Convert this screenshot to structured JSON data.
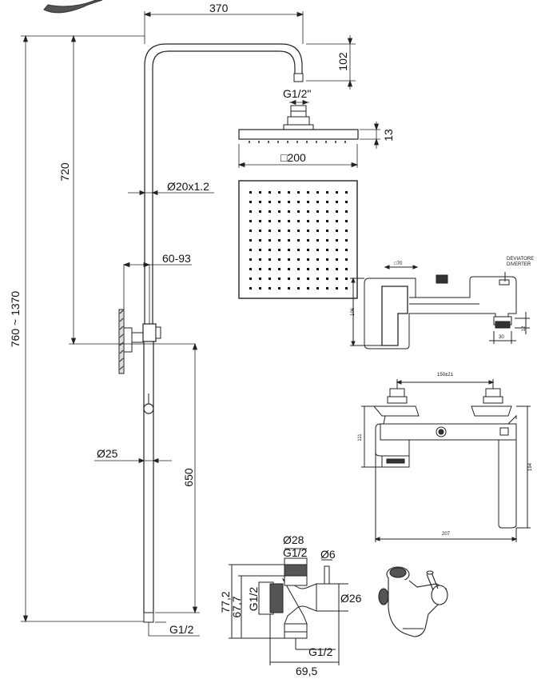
{
  "labels": {
    "width_370": "370",
    "height_102": "102",
    "thread_g12_quote": "G1/2\"",
    "head_thickness_13": "13",
    "head_size": "□200",
    "rail_height_720": "720",
    "pipe_dia": "Ø20x1.2",
    "wall_dist": "60-93",
    "total_height": "760 ~ 1370",
    "lower_dia": "Ø25",
    "lower_height_650": "650",
    "bottom_thread": "G1/2",
    "mixer_top_dim": "□70",
    "diverter_label_1": "DEVIATORE",
    "diverter_label_2": "DIVERTER",
    "mixer_side_h": "106",
    "mixer_side_12": "12",
    "mixer_side_30": "30",
    "mixer_center": "150±21",
    "mixer_front_h": "111",
    "mixer_front_194": "194",
    "mixer_front_207": "207",
    "div_dia_28": "Ø28",
    "div_top_thread": "G1/2",
    "div_dia_6": "Ø6",
    "div_h_772": "77,2",
    "div_h_677": "67,7",
    "div_left_thread": "G1/2",
    "div_dia_26": "Ø26",
    "div_bottom_thread": "G1/2",
    "div_width": "69,5"
  },
  "colors": {
    "line": "#222222",
    "dark": "#333333"
  }
}
